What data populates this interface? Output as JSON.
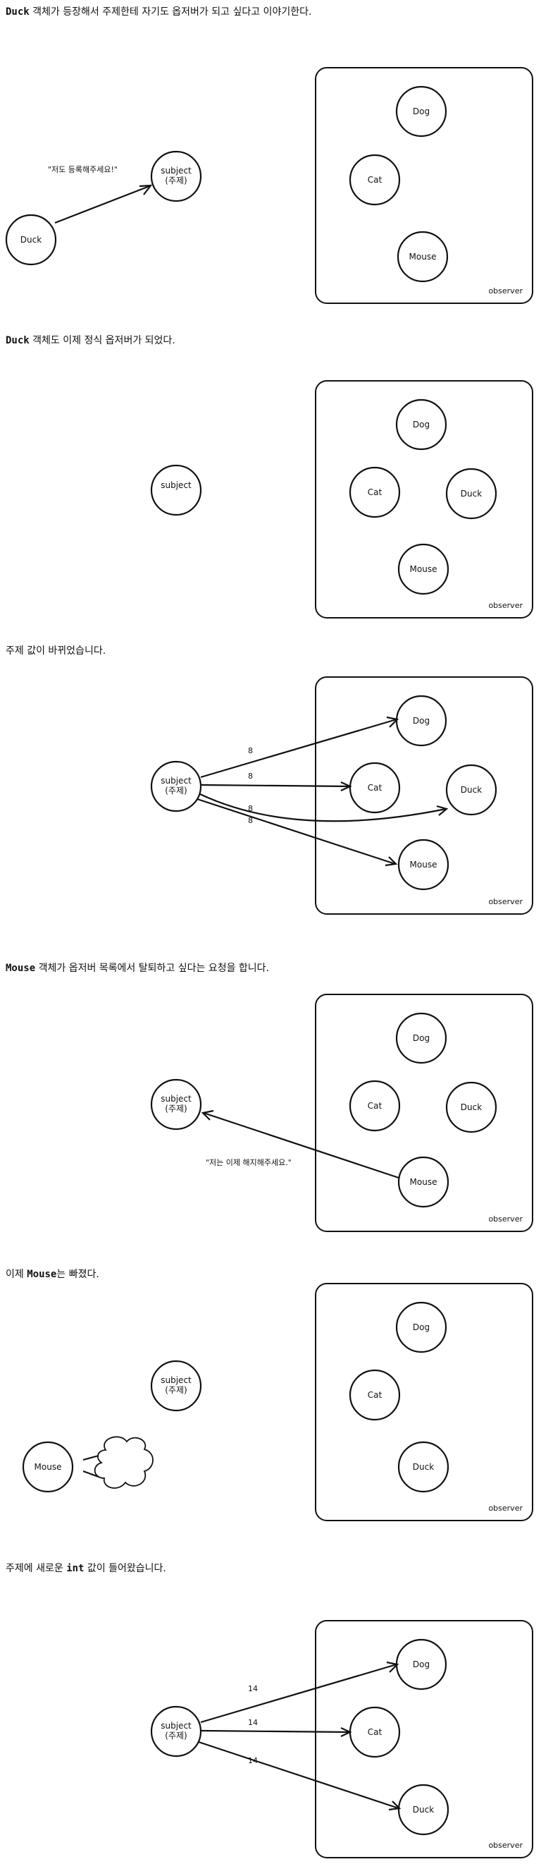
{
  "panels": [
    {
      "caption_name": "Duck",
      "caption_rest": " 객체가 등장해서 주제한테 자기도 옵저버가 되고 싶다고 이야기한다.",
      "subject_line1": "subject",
      "subject_line2": "(주제)",
      "observer_label": "observer",
      "observers": [
        "Dog",
        "Cat",
        "Mouse"
      ],
      "outside": "Duck",
      "speech": "\"저도 등록해주세요!\""
    },
    {
      "caption_name": "Duck",
      "caption_rest": " 객체도 이제 정식 옵저버가 되었다.",
      "subject_line1": "subject",
      "observer_label": "observer",
      "observers": [
        "Dog",
        "Cat",
        "Duck",
        "Mouse"
      ]
    },
    {
      "caption": "주제 값이 바뀌었습니다.",
      "subject_line1": "subject",
      "subject_line2": "(주제)",
      "observer_label": "observer",
      "observers": [
        "Dog",
        "Cat",
        "Duck",
        "Mouse"
      ],
      "edge_labels": [
        "8",
        "8",
        "8",
        "8"
      ]
    },
    {
      "caption_name": "Mouse",
      "caption_rest": " 객체가 옵저버 목록에서 탈퇴하고 싶다는 요청을 합니다.",
      "subject_line1": "subject",
      "subject_line2": "(주제)",
      "observer_label": "observer",
      "observers": [
        "Dog",
        "Cat",
        "Duck",
        "Mouse"
      ],
      "speech": "\"저는 이제 해지해주세요.\""
    },
    {
      "caption_pre": "이제 ",
      "caption_name": "Mouse",
      "caption_rest": "는 빠졌다.",
      "subject_line1": "subject",
      "subject_line2": "(주제)",
      "observer_label": "observer",
      "observers": [
        "Dog",
        "Cat",
        "Duck"
      ],
      "outside": "Mouse"
    },
    {
      "caption_pre": "주제에 새로운 ",
      "caption_name": "int",
      "caption_rest": " 값이 들어왔습니다.",
      "subject_line1": "subject",
      "subject_line2": "(주제)",
      "observer_label": "observer",
      "observers": [
        "Dog",
        "Cat",
        "Duck"
      ],
      "edge_labels": [
        "14",
        "14",
        "14"
      ]
    }
  ]
}
